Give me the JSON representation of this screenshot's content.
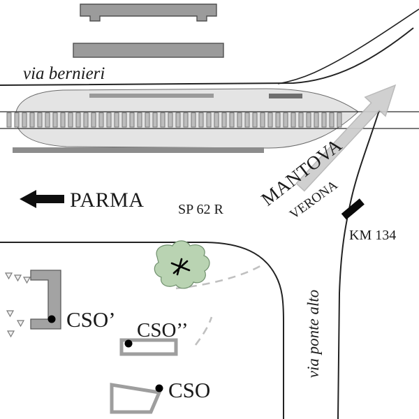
{
  "map": {
    "roads": {
      "via_bernieri": "via bernieri",
      "via_ponte_alto": "via ponte alto",
      "sp62r": "SP 62 R"
    },
    "directions": {
      "parma": "PARMA",
      "mantova": "MANTOVA",
      "verona": "VERONA"
    },
    "markers": {
      "km134": "KM 134"
    },
    "sites": {
      "cso_prime": "CSO’",
      "cso_double_prime": "CSO’’",
      "cso": "CSO"
    },
    "icons": {
      "parma_arrow": "left-arrow",
      "direction_arrow": "northeast-arrow",
      "site_dot": "black-dot",
      "km_tick": "road-tick",
      "crash_marker": "star-marker",
      "drip_marks": "small-triangles"
    },
    "colors": {
      "station_area": "#e4e4e4",
      "building_gray": "#9b9b9b",
      "dark_bar_gray": "#8c8c8c",
      "tie_gray": "#bdbdbd",
      "vegetation_green": "#b9d3b2",
      "vegetation_edge": "#6f8f6d",
      "arrow_gray": "#cdcdcd",
      "dashed_gray": "#c0c0c0",
      "ink": "#1a1a1a"
    }
  }
}
